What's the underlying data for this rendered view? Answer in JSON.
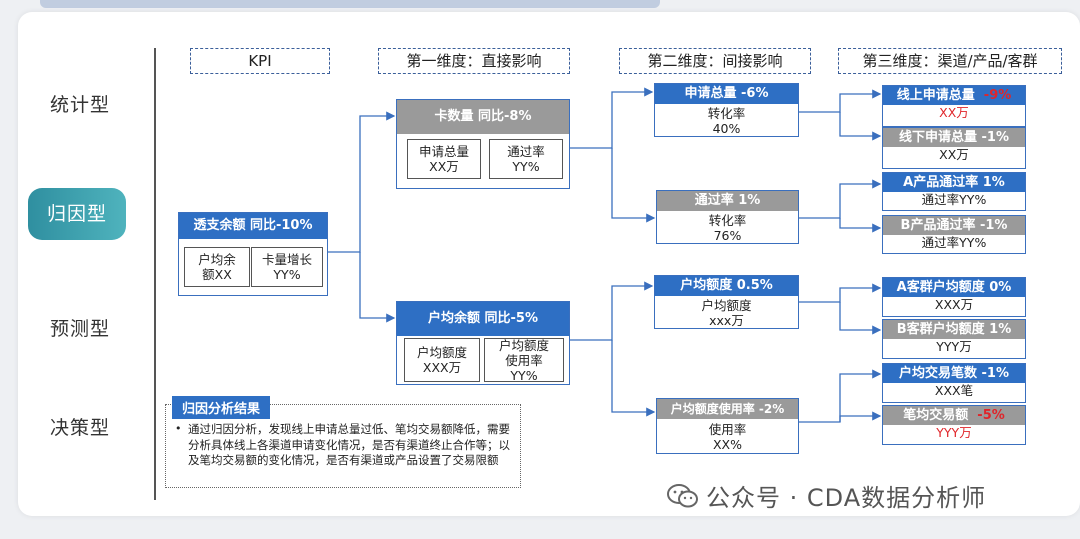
{
  "sidebar": {
    "items": [
      {
        "label": "统计型",
        "active": false
      },
      {
        "label": "归因型",
        "active": true
      },
      {
        "label": "预测型",
        "active": false
      },
      {
        "label": "决策型",
        "active": false
      }
    ]
  },
  "headers": {
    "kpi": "KPI",
    "dim1": "第一维度：直接影响",
    "dim2": "第二维度：间接影响",
    "dim3": "第三维度：渠道/产品/客群"
  },
  "kpi_node": {
    "title": "透支余额  同比-10%",
    "left": [
      "户均余",
      "额XX"
    ],
    "right": [
      "卡量增长",
      "YY%"
    ]
  },
  "dim1": {
    "card": {
      "title": "卡数量  同比-8%",
      "left": [
        "申请总量",
        "XX万"
      ],
      "right": [
        "通过率",
        "YY%"
      ]
    },
    "balance": {
      "title": "户均余额  同比-5%",
      "left": [
        "户均额度",
        "XXX万"
      ],
      "right": [
        "户均额度",
        "使用率",
        "YY%"
      ]
    }
  },
  "dim2": {
    "apply": {
      "title": "申请总量  -6%",
      "l1": "转化率",
      "l2": "40%"
    },
    "pass": {
      "title": "通过率  1%",
      "l1": "转化率",
      "l2": "76%"
    },
    "limit": {
      "title": "户均额度  0.5%",
      "l1": "户均额度",
      "l2": "xxx万"
    },
    "usage": {
      "title": "户均额度使用率 -2%",
      "l1": "使用率",
      "l2": "XX%"
    }
  },
  "dim3": {
    "online": {
      "title": "线上申请总量",
      "change": "-9%",
      "value": "XX万"
    },
    "offline": {
      "title": "线下申请总量  -1%",
      "value": "XX万"
    },
    "prodA": {
      "title": "A产品通过率  1%",
      "value": "通过率YY%"
    },
    "prodB": {
      "title": "B产品通过率  -1%",
      "value": "通过率YY%"
    },
    "custA": {
      "title": "A客群户均额度 0%",
      "value": "XXX万"
    },
    "custB": {
      "title": "B客群户均额度 1%",
      "value": "YYY万"
    },
    "txCount": {
      "title": "户均交易笔数  -1%",
      "value": "XXX笔"
    },
    "txAmount": {
      "title": "笔均交易额",
      "change": "-5%",
      "value": "YYY万"
    }
  },
  "result": {
    "label": "归因分析结果",
    "bullet": "•",
    "text": "通过归因分析，发现线上申请总量过低、笔均交易额降低，需要分析具体线上各渠道申请变化情况，是否有渠道终止合作等；以及笔均交易额的变化情况，是否有渠道或产品设置了交易限额"
  },
  "watermark": {
    "text": "公众号 · CDA数据分析师",
    "icon": "wechat-icon"
  },
  "colors": {
    "accent": "#2e6fc4",
    "gray": "#9a9a9a",
    "red": "#e0252a",
    "active": "#3aa0ad"
  }
}
